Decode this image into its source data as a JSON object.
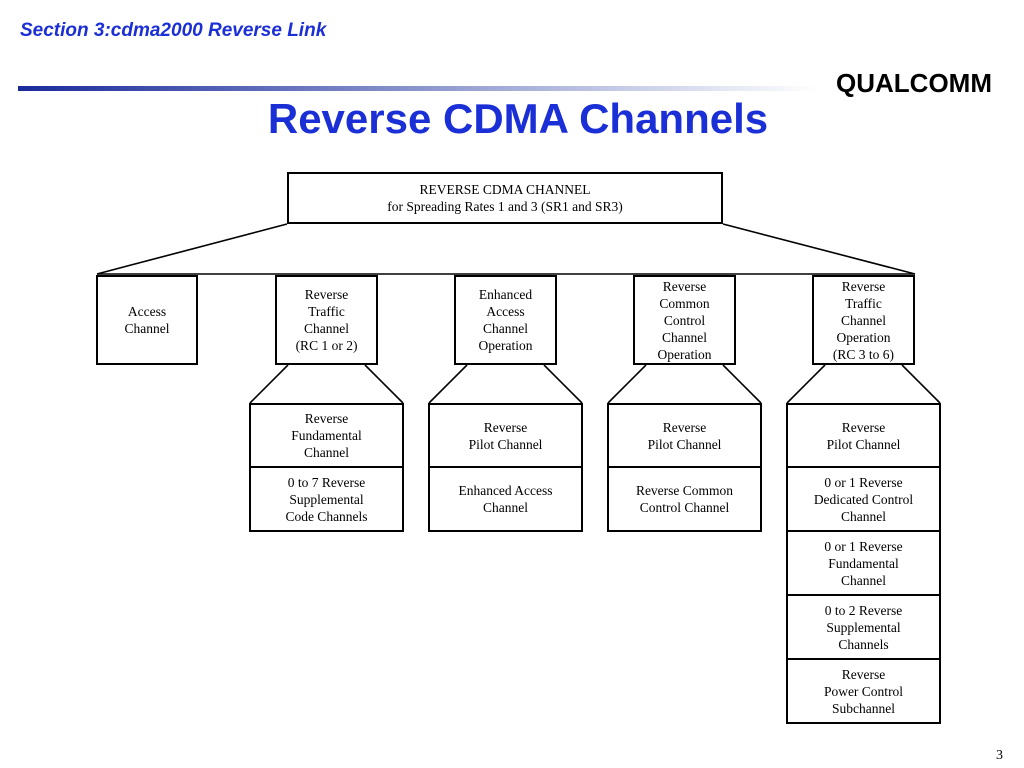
{
  "header": {
    "section_title": "Section 3:cdma2000 Reverse Link",
    "logo_text": "QUALCOMM"
  },
  "slide": {
    "title": "Reverse CDMA Channels",
    "page_number": "3"
  },
  "colors": {
    "title_blue": "#1b2fd6",
    "rule_dark": "#1a2a9a"
  },
  "diagram": {
    "root": "REVERSE CDMA CHANNEL\nfor Spreading Rates 1 and 3 (SR1 and SR3)",
    "groups": [
      {
        "label": "Access\nChannel",
        "children": []
      },
      {
        "label": "Reverse\nTraffic\nChannel\n(RC 1 or 2)",
        "children": [
          "Reverse\nFundamental\nChannel",
          "0 to 7 Reverse\nSupplemental\nCode Channels"
        ]
      },
      {
        "label": "Enhanced\nAccess\nChannel\nOperation",
        "children": [
          "Reverse\nPilot Channel",
          "Enhanced Access\nChannel"
        ]
      },
      {
        "label": "Reverse\nCommon\nControl\nChannel\nOperation",
        "children": [
          "Reverse\nPilot Channel",
          "Reverse Common\nControl Channel"
        ]
      },
      {
        "label": "Reverse\nTraffic\nChannel\nOperation\n(RC 3 to 6)",
        "children": [
          "Reverse\nPilot Channel",
          "0 or 1 Reverse\nDedicated Control\nChannel",
          "0 or 1 Reverse\nFundamental\nChannel",
          "0 to 2 Reverse\nSupplemental\nChannels",
          "Reverse\nPower Control\nSubchannel"
        ]
      }
    ]
  }
}
